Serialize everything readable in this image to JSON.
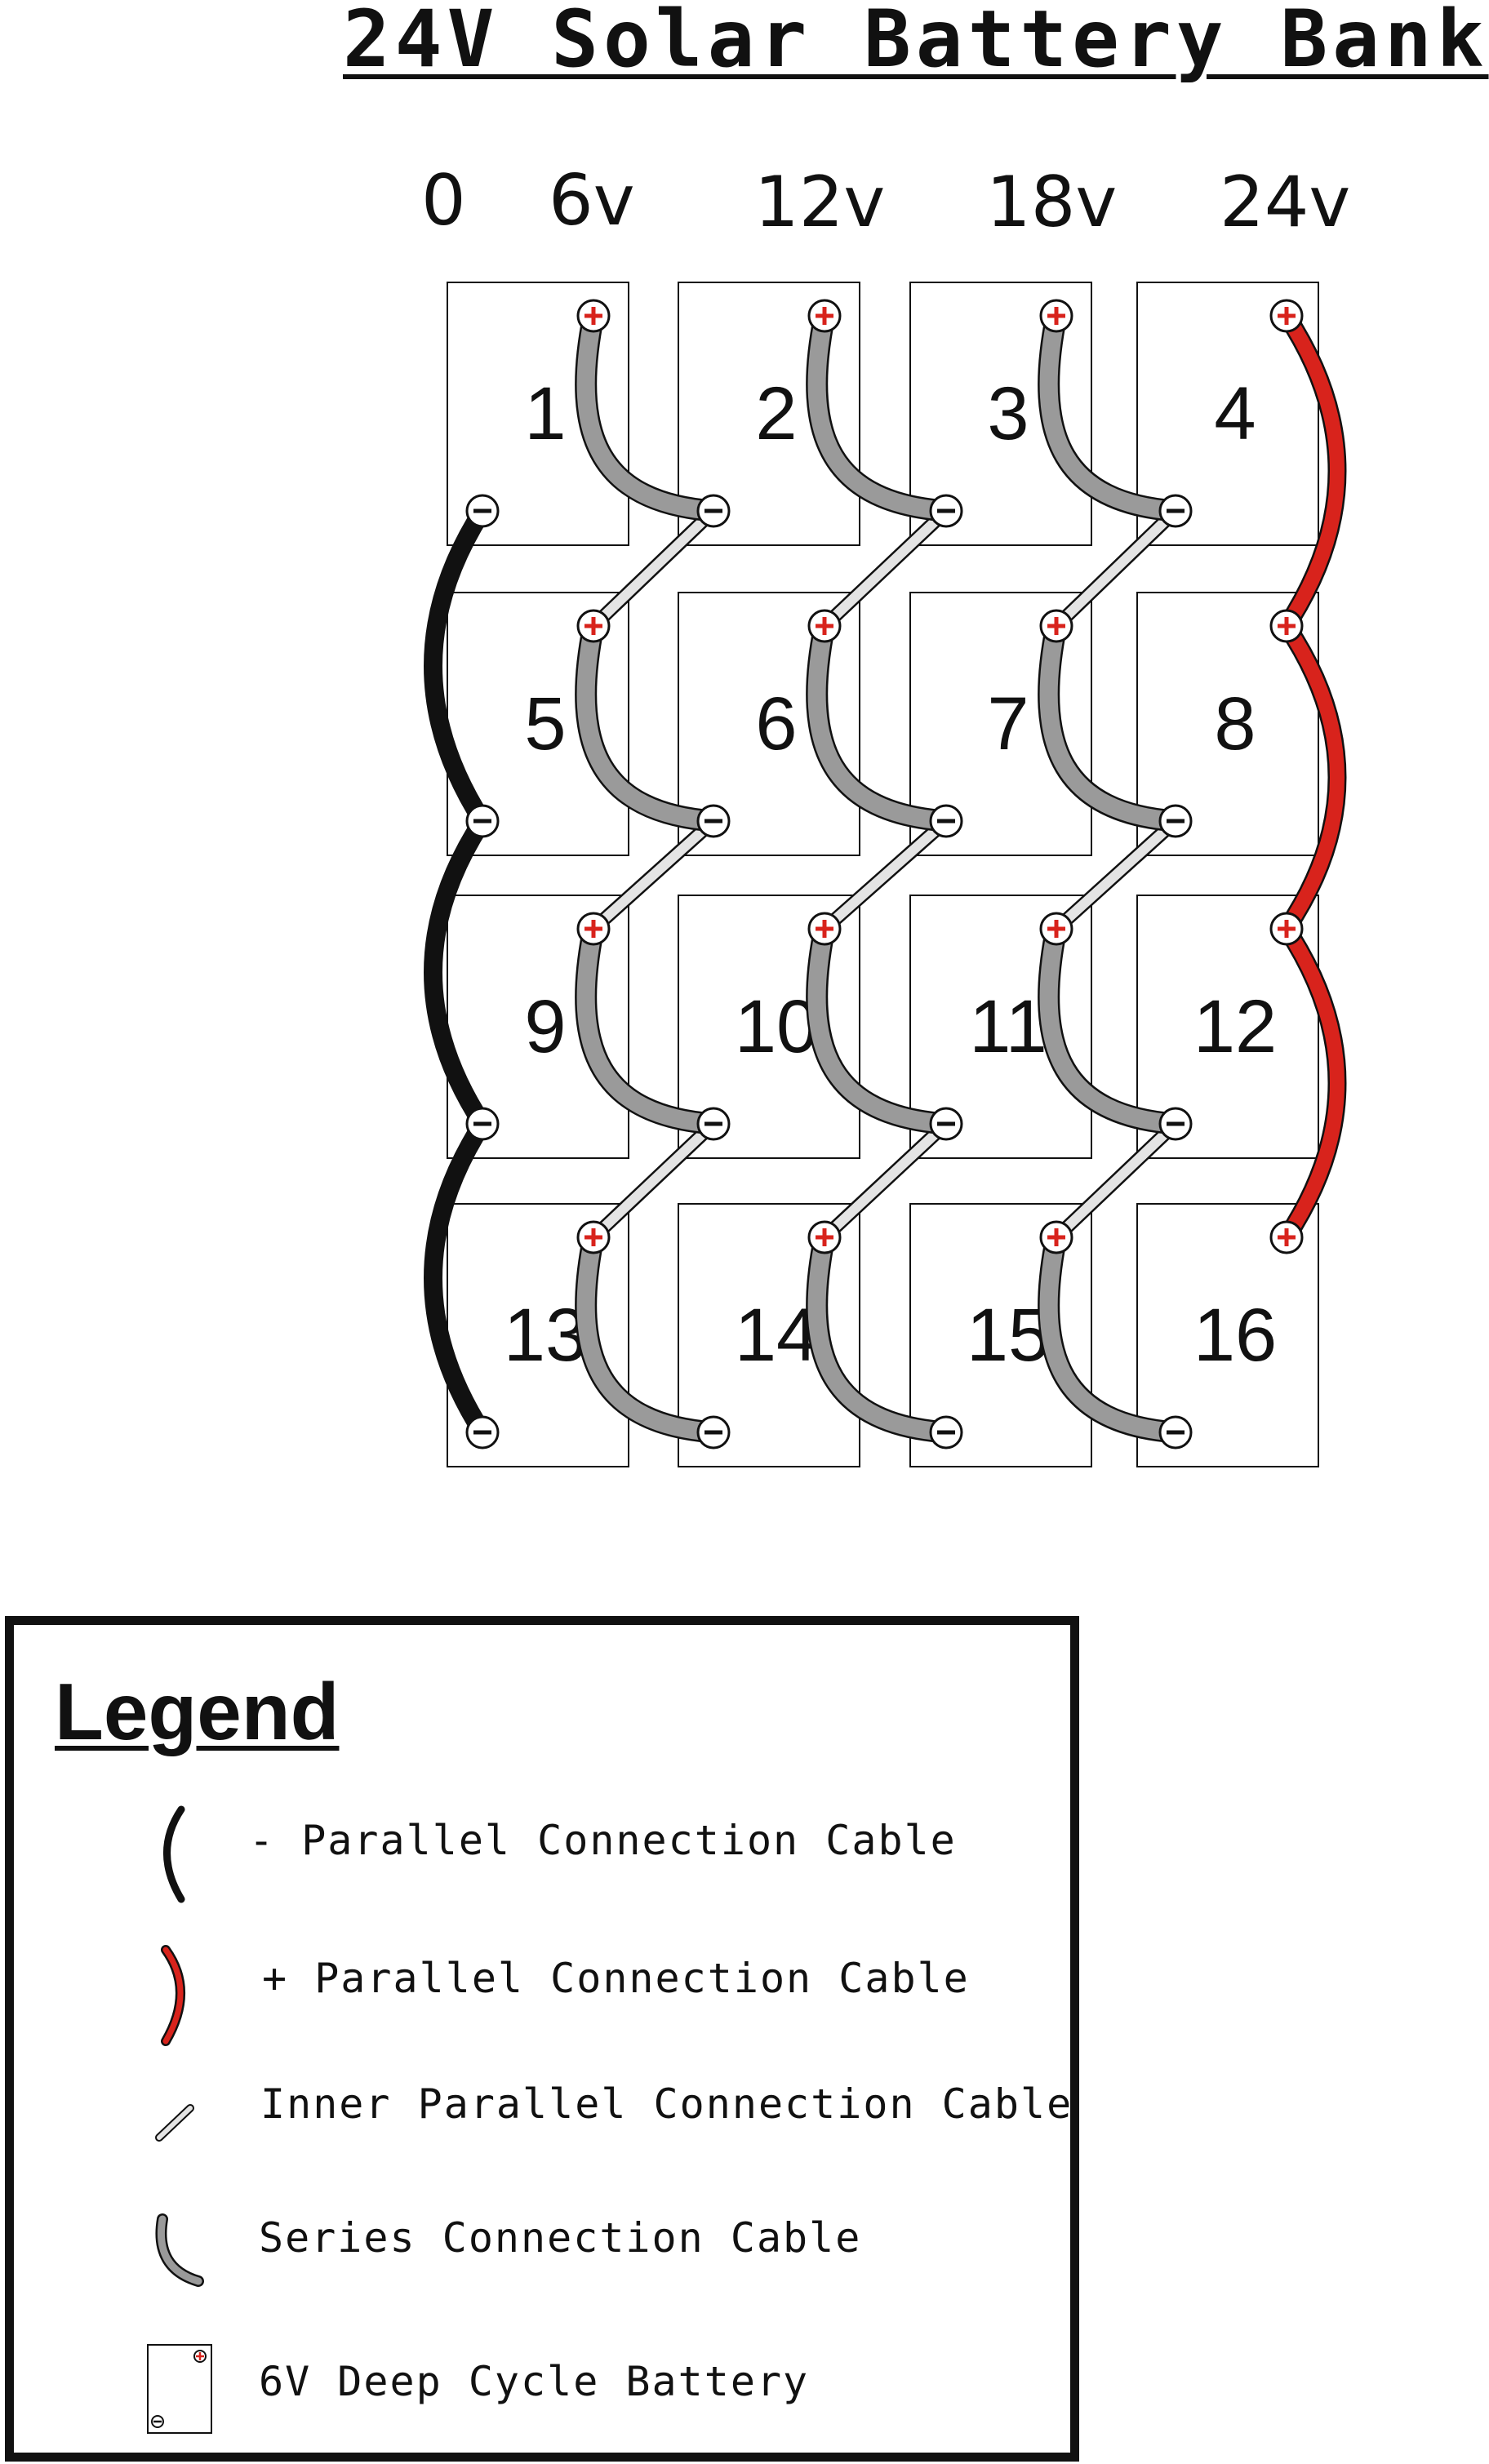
{
  "title": "24V Solar Battery Bank",
  "voltage_labels": [
    "0",
    "6v",
    "12v",
    "18v",
    "24v"
  ],
  "batteries": [
    "1",
    "2",
    "3",
    "4",
    "5",
    "6",
    "7",
    "8",
    "9",
    "10",
    "11",
    "12",
    "13",
    "14",
    "15",
    "16"
  ],
  "colors": {
    "negative_cable": "#111111",
    "positive_cable": "#d8231c",
    "series_cable": "#9a9a9a",
    "inner_parallel_cable": "#e4e4e4",
    "terminal_plus": "#d8231c"
  },
  "legend": {
    "title": "Legend",
    "items": [
      {
        "symbol": "negative-parallel-cable-icon",
        "label": "- Parallel Connection Cable"
      },
      {
        "symbol": "positive-parallel-cable-icon",
        "label": "+ Parallel Connection Cable"
      },
      {
        "symbol": "inner-parallel-cable-icon",
        "label": "Inner Parallel Connection Cable"
      },
      {
        "symbol": "series-cable-icon",
        "label": "Series Connection Cable"
      },
      {
        "symbol": "battery-icon",
        "label": "6V Deep Cycle Battery"
      }
    ]
  }
}
